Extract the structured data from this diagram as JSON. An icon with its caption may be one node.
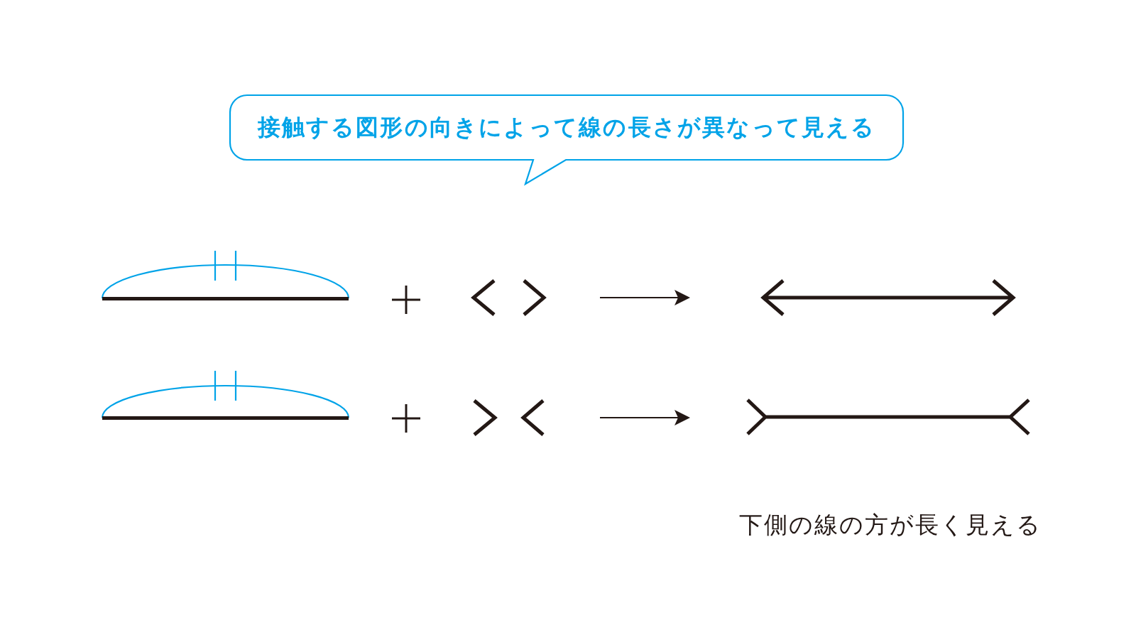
{
  "diagram": {
    "nodes": [
      {
        "text": [
          "接触する図形の向きによって線の長さが異なって見える"
        ]
      },
      {
        "text": [],
        "shape": "bar"
      },
      {
        "text": [],
        "shape": "picture"
      },
      {
        "text": [],
        "shape": "picture"
      },
      {
        "text": [],
        "shape": "bar"
      },
      {
        "text": [],
        "shape": "picture"
      },
      {
        "text": [],
        "shape": "picture"
      }
    ],
    "edges": [
      {
        "from": 2,
        "to": 3,
        "arrow": "to"
      },
      {
        "from": 5,
        "to": 6,
        "arrow": "to"
      }
    ],
    "labels": [
      "下側の線の方が長く見える"
    ]
  }
}
